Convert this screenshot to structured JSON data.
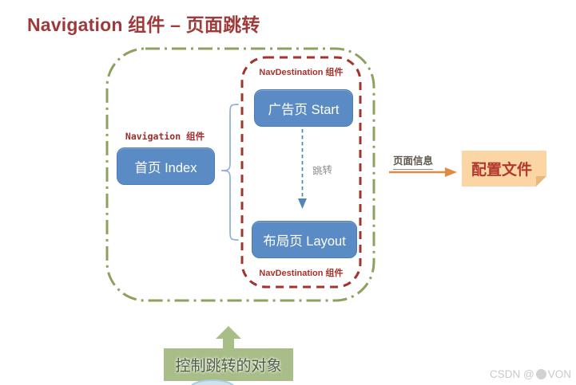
{
  "title": "Navigation 组件 – 页面跳转",
  "diagram": {
    "navigation_container": {
      "label": "Navigation 组件",
      "index_button": "首页 Index"
    },
    "navdestination_container": {
      "top_label": "NavDestination 组件",
      "bottom_label": "NavDestination 组件",
      "start_button": "广告页 Start",
      "layout_button": "布局页 Layout",
      "jump_arrow_label": "跳转"
    },
    "page_info_arrow_label": "页面信息",
    "config_file_note": "配置文件",
    "control_target_box": "控制跳转的对象"
  },
  "watermark": {
    "prefix": "CSDN @",
    "suffix": "VON"
  },
  "colors": {
    "title_red": "#9e3a3a",
    "label_red": "#a8322a",
    "green_dashdot_border": "#8da05f",
    "red_dashed_border": "#a2352a",
    "button_blue": "#5b8bc4",
    "bracket_blue": "#92b1d2",
    "jump_arrow_blue": "#4d87ba",
    "orange_arrow": "#e08a44",
    "note_background": "#fbd6a4",
    "note_text_red": "#b2372c",
    "control_box_green": "#a9bd88",
    "watermark_gray": "#c9c9c9"
  }
}
